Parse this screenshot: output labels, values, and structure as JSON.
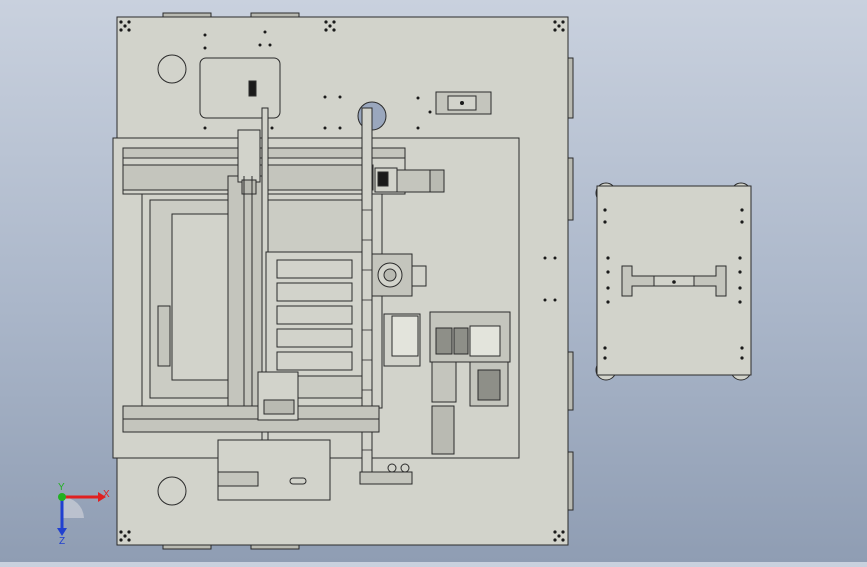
{
  "viewport": {
    "background_top": "#c9d1de",
    "background_bottom": "#8f9db3"
  },
  "colors": {
    "part_fill": "#d2d3cb",
    "part_fill_dark": "#b9bab2",
    "line": "#2b2b2b",
    "hole": "#1a1a1a",
    "accent_blue": "#5b7fc7"
  },
  "triad": {
    "x_label": "X",
    "y_label": "Y",
    "z_label": "Z",
    "x_color": "#e02020",
    "y_color": "#22b022",
    "z_color": "#2040d0"
  }
}
